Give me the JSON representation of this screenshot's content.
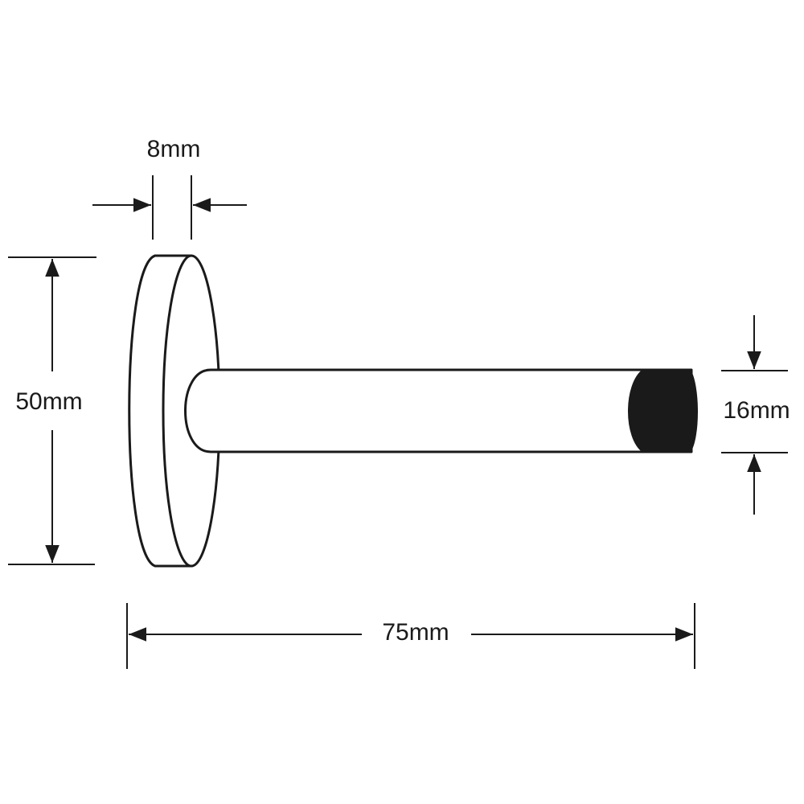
{
  "colors": {
    "line": "#1a1a1a",
    "tip": "#1a1a1a",
    "background": "#ffffff"
  },
  "dimensions": {
    "base_thickness": "8mm",
    "base_diameter": "50mm",
    "tip_diameter": "16mm",
    "overall_length": "75mm"
  }
}
